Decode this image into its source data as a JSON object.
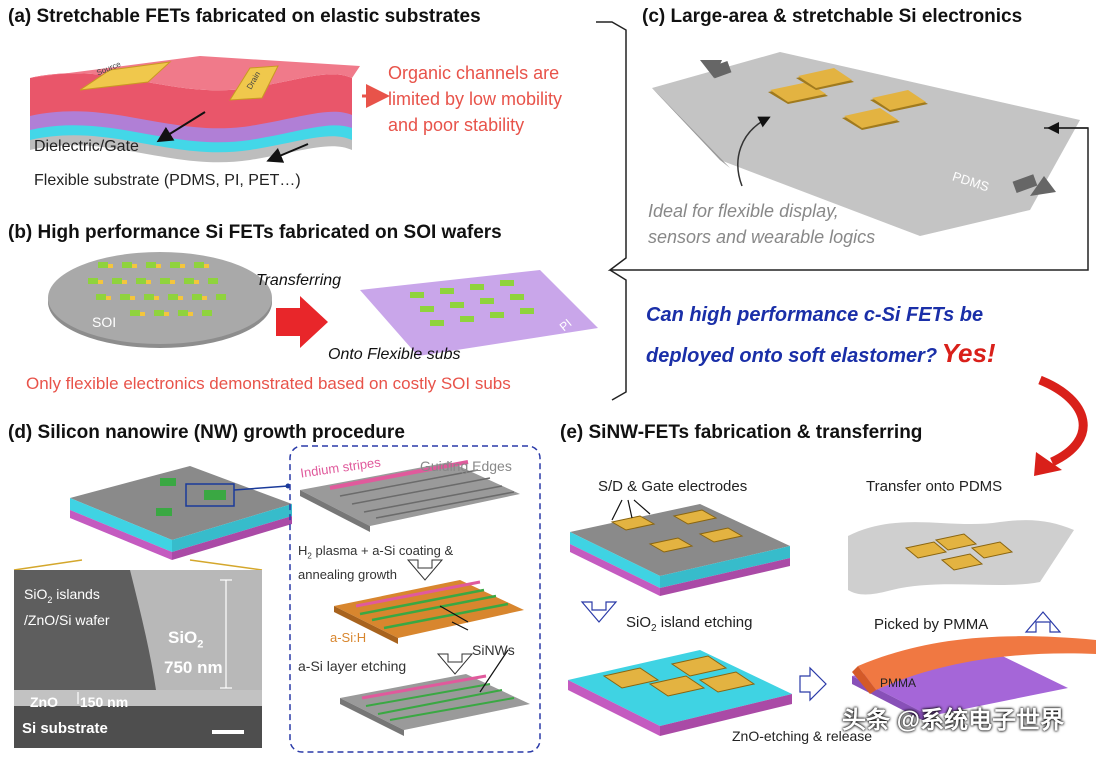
{
  "panel_a": {
    "title": "(a) Stretchable FETs fabricated on elastic substrates",
    "note": "Organic channels are limited by low mobility and poor stability",
    "note_lines": [
      "Organic channels are",
      "limited by low mobility",
      "and poor stability"
    ],
    "dielectric_label": "Dielectric/Gate",
    "substrate_label": "Flexible substrate (PDMS, PI, PET…)",
    "electrode_labels": [
      "Source",
      "Drain"
    ]
  },
  "panel_b": {
    "title": "(b) High performance Si FETs fabricated on SOI wafers",
    "soi_label": "SOI",
    "transfer_label": "Transferring",
    "target_label": "Onto Flexible subs",
    "pi_label": "PI",
    "note": "Only flexible electronics demonstrated based on costly SOI subs"
  },
  "panel_c": {
    "title": "(c) Large-area & stretchable Si electronics",
    "pdms_label": "PDMS",
    "ideal_lines": [
      "Ideal for flexible display,",
      "sensors and wearable logics"
    ]
  },
  "question": {
    "line1": "Can high performance c-Si FETs be",
    "line2": "deployed onto soft elastomer?",
    "answer": "Yes!"
  },
  "panel_d": {
    "title": "(d) Silicon nanowire (NW) growth procedure",
    "sem_label_1": "SiO",
    "sem_label_1b": "islands",
    "sem_label_2": "/ZnO/Si wafer",
    "sio2_label": "SiO",
    "thickness_750": "750 nm",
    "zno_label": "ZnO",
    "thickness_150": "150 nm",
    "si_substrate": "Si substrate",
    "indium_stripes": "Indium stripes",
    "guiding_edges": "Guiding Edges",
    "h2_plasma": "H",
    "h2_plasma_rest": "plasma + a-Si coating &",
    "annealing": "annealing growth",
    "asih": "a-Si:H",
    "sinws": "SiNWs",
    "asi_etch": "a-Si layer etching"
  },
  "panel_e": {
    "title": "(e) SiNW-FETs fabrication & transferring",
    "sd_gate": "S/D & Gate electrodes",
    "transfer_pdms": "Transfer onto PDMS",
    "sio2_island_etch": "island etching",
    "sio2_island_prefix": "SiO",
    "picked_pmma": "Picked by PMMA",
    "pmma": "PMMA",
    "zno_etch": "ZnO-etching & release"
  },
  "watermark": "头条 @系统电子世界",
  "colors": {
    "red_note": "#e8534a",
    "blue_question": "#1a2fa8",
    "yes_red": "#d9201a",
    "substrate_gray": "#8c8c8c",
    "pink_layer": "#d64a8f",
    "cyan_layer": "#3fd3e3",
    "gold_electrode": "#e3b341",
    "green_channel": "#3aa843"
  }
}
